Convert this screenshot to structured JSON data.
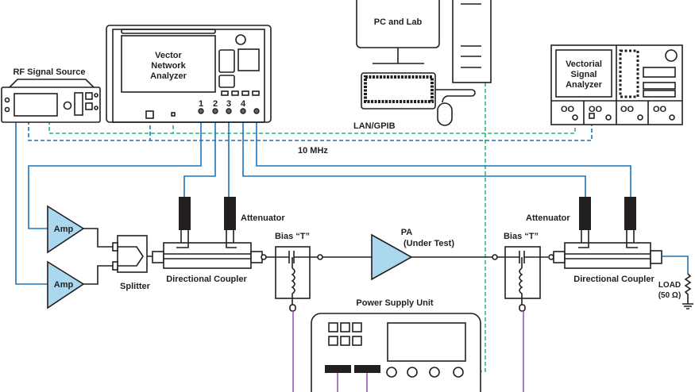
{
  "labels": {
    "rf_source": "RF Signal Source",
    "vna": [
      "Vector",
      "Network",
      "Analyzer"
    ],
    "vna_ports": [
      "1",
      "2",
      "3",
      "4"
    ],
    "pc": "PC and Lab",
    "vsa": [
      "Vectorial",
      "Signal",
      "Analyzer"
    ],
    "vsa_channels": [
      "OO",
      "OO",
      "OO",
      "OO"
    ],
    "lan": "LAN/GPIB",
    "ref": "10 MHz",
    "amp": "Amp",
    "splitter": "Splitter",
    "coupler": "Directional Coupler",
    "attenuator": "Attenuator",
    "bias_t": "Bias “T”",
    "pa": [
      "PA",
      "(Under Test)"
    ],
    "load": [
      "LOAD",
      "(50 Ω)"
    ],
    "psu": "Power Supply Unit"
  },
  "colors": {
    "rf_line": "#1b75bc",
    "lan_line": "#2bb673",
    "ref_line": "#1b75bc",
    "dc_line": "#9b59b6",
    "amplifier_fill": "#a9d8ef"
  }
}
